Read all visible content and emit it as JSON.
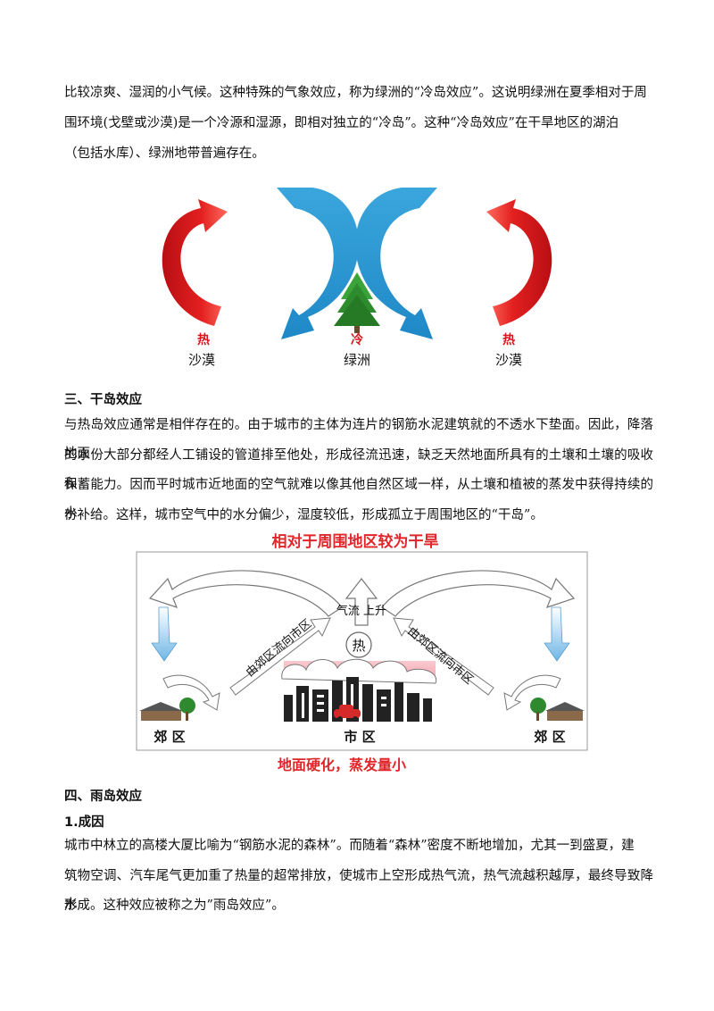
{
  "intro": {
    "line1": "比较凉爽、湿润的小气候。这种特殊的气象效应，称为绿洲的“冷岛效应”。这说明绿洲在夏季相对于周",
    "line2": "围环境(戈壁或沙漠)是一个冷源和湿源，即相对独立的“冷岛”。这种“冷岛效应”在干旱地区的湖泊",
    "line3": "（包括水库）、绿洲地带普遍存在。"
  },
  "fig1": {
    "hot_left": "热",
    "label_left": "沙漠",
    "cold": "冷",
    "label_mid": "绿洲",
    "hot_right": "热",
    "label_right": "沙漠",
    "colors": {
      "hot": "#d8141c",
      "cold": "#2f9fd6",
      "tree": "#2e8b2e"
    }
  },
  "sec3": {
    "heading": "三、干岛效应",
    "line1": "与热岛效应通常是相伴存在的。由于城市的主体为连片的钢筋水泥建筑就的不透水下垫面。因此，降落地面",
    "line2": "的水份大部分都经人工铺设的管道排至他处，形成径流迅速，缺乏天然地面所具有的土壤和土壤的吸收和",
    "line3": "保蓄能力。因而平时城市近地面的空气就难以像其他自然区域一样，从土壤和植被的蒸发中获得持续的水",
    "line4": "份补给。这样，城市空气中的水分偏少，湿度较低，形成孤立于周围地区的“干岛”。"
  },
  "fig2": {
    "top_title": "相对于周围地区较为干旱",
    "updraft": "气流  上升",
    "heat": "热",
    "flow_left": "由郊区流向市区",
    "flow_right": "由郊区流向市区",
    "suburb_left": "郊  区",
    "city": "市  区",
    "suburb_right": "郊  区",
    "bottom_caption": "地面硬化，蒸发量小",
    "colors": {
      "title": "#e0262a",
      "arrow": "#7bbde8"
    }
  },
  "sec4": {
    "heading": "四、雨岛效应",
    "sub": "1.成因",
    "line1": "城市中林立的高楼大厦比喻为“钢筋水泥的森林”。而随着“森林”密度不断地增加，尤其一到盛夏，建",
    "line2": "筑物空调、汽车尾气更加重了热量的超常排放，使城市上空形成热气流，热气流越积越厚，最终导致降水",
    "line3": "形成。这种效应被称之为”雨岛效应”。"
  }
}
